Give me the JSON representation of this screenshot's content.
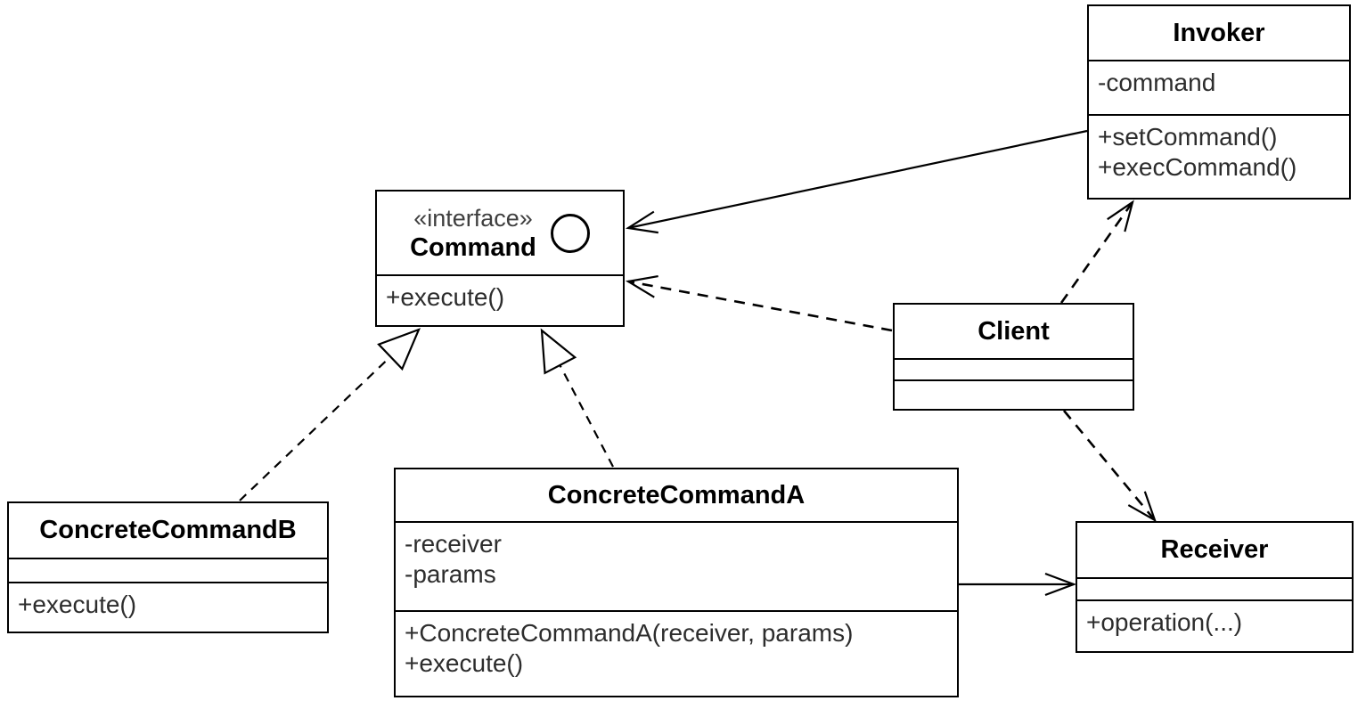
{
  "diagram": {
    "kind": "uml-class-diagram",
    "colors": {
      "background": "#ffffff",
      "stroke": "#000000",
      "title_text": "#000000",
      "member_text": "#2d2d2d",
      "stereotype_text": "#3f3f3f"
    }
  },
  "classes": {
    "invoker": {
      "name": "Invoker",
      "attributes": [
        "-command"
      ],
      "methods": [
        "+setCommand()",
        "+execCommand()"
      ]
    },
    "command": {
      "stereotype": "«interface»",
      "name": "Command",
      "icon": "interface-circle-icon",
      "attributes": [],
      "methods": [
        "+execute()"
      ]
    },
    "client": {
      "name": "Client",
      "attributes": [],
      "methods": []
    },
    "concreteCommandB": {
      "name": "ConcreteCommandB",
      "attributes": [],
      "methods": [
        "+execute()"
      ]
    },
    "concreteCommandA": {
      "name": "ConcreteCommandA",
      "attributes": [
        "-receiver",
        "-params"
      ],
      "methods": [
        "+ConcreteCommandA(receiver, params)",
        "+execute()"
      ]
    },
    "receiver": {
      "name": "Receiver",
      "attributes": [],
      "methods": [
        "+operation(...)"
      ]
    }
  },
  "relationships": [
    {
      "from": "Invoker",
      "to": "Command",
      "type": "association",
      "line": "solid",
      "arrowhead": "open"
    },
    {
      "from": "Client",
      "to": "Command",
      "type": "dependency",
      "line": "dashed",
      "arrowhead": "open"
    },
    {
      "from": "Client",
      "to": "Invoker",
      "type": "dependency",
      "line": "dashed",
      "arrowhead": "open"
    },
    {
      "from": "Client",
      "to": "Receiver",
      "type": "dependency",
      "line": "dashed",
      "arrowhead": "open"
    },
    {
      "from": "ConcreteCommandB",
      "to": "Command",
      "type": "realization",
      "line": "dashed",
      "arrowhead": "hollow-triangle"
    },
    {
      "from": "ConcreteCommandA",
      "to": "Command",
      "type": "realization",
      "line": "dashed",
      "arrowhead": "hollow-triangle"
    },
    {
      "from": "ConcreteCommandA",
      "to": "Receiver",
      "type": "association",
      "line": "solid",
      "arrowhead": "open"
    }
  ]
}
